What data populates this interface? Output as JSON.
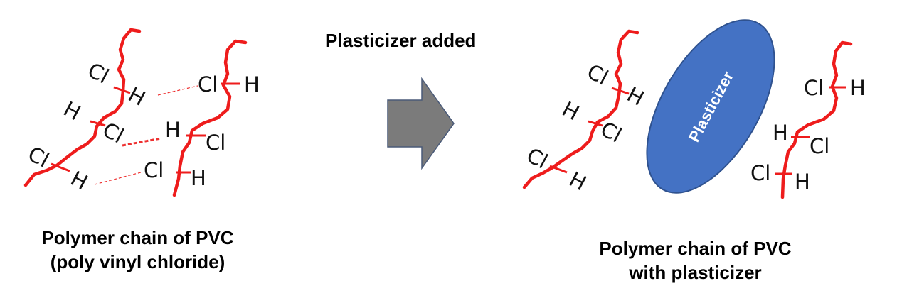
{
  "colors": {
    "chain": "#ee1c1c",
    "bond_dash": "#ee3030",
    "arrow_fill": "#7b7b7b",
    "arrow_stroke": "#4a5a78",
    "plasticizer_fill": "#4472c4",
    "plasticizer_stroke": "#2f528f"
  },
  "atoms": {
    "cl": "Cl",
    "h": "H"
  },
  "arrow": {
    "label": "Plasticizer added",
    "icon": "right-block-arrow-icon"
  },
  "plasticizer": {
    "label": "Plasticizer",
    "shape": "ellipse"
  },
  "left": {
    "caption_line1": "Polymer chain of PVC",
    "caption_line2": "(poly vinyl chloride)"
  },
  "right": {
    "caption_line1": "Polymer chain of PVC",
    "caption_line2": "with plasticizer"
  }
}
